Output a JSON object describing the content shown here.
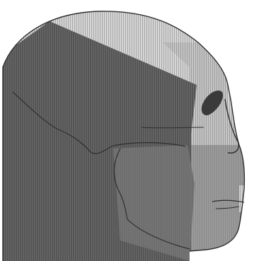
{
  "figure": {
    "colors": {
      "background": "#ffffff",
      "dark_region": "#555555",
      "mid_region": "#8a8a8a",
      "light_region": "#c4c4c4",
      "lighter_region": "#d6d6d6",
      "line_texture": "#7d7d7d",
      "outline": "#2e2e2e"
    },
    "regions": [
      "posterior-cranium-region",
      "upper-face-region",
      "lower-face-region",
      "jaw-region"
    ]
  }
}
